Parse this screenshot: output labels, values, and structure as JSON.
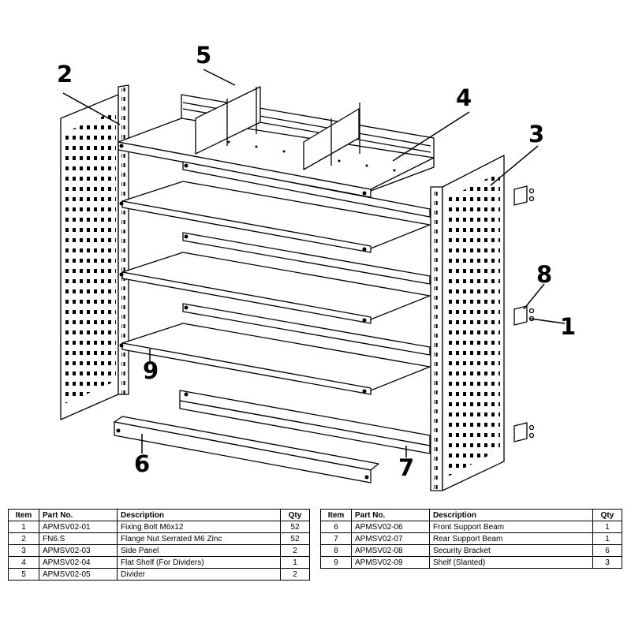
{
  "callouts": [
    "1",
    "2",
    "3",
    "4",
    "5",
    "6",
    "7",
    "8",
    "9"
  ],
  "table": {
    "headers": {
      "item": "Item",
      "part": "Part No.",
      "description": "Description",
      "qty": "Qty"
    },
    "rows": [
      {
        "item": "1",
        "part": "APMSV02-01",
        "description": "Fixing Bolt M6x12",
        "qty": "52"
      },
      {
        "item": "2",
        "part": "FN6.S",
        "description": "Flange Nut Serrated M6 Zinc",
        "qty": "52"
      },
      {
        "item": "3",
        "part": "APMSV02-03",
        "description": "Side Panel",
        "qty": "2"
      },
      {
        "item": "4",
        "part": "APMSV02-04",
        "description": "Flat Shelf (For Dividers)",
        "qty": "1"
      },
      {
        "item": "5",
        "part": "APMSV02-05",
        "description": "Divider",
        "qty": "2"
      },
      {
        "item": "6",
        "part": "APMSV02-06",
        "description": "Front Support Beam",
        "qty": "1"
      },
      {
        "item": "7",
        "part": "APMSV02-07",
        "description": "Rear Support Beam",
        "qty": "1"
      },
      {
        "item": "8",
        "part": "APMSV02-08",
        "description": "Security Bracket",
        "qty": "6"
      },
      {
        "item": "9",
        "part": "APMSV02-09",
        "description": "Shelf (Slanted)",
        "qty": "3"
      }
    ]
  }
}
